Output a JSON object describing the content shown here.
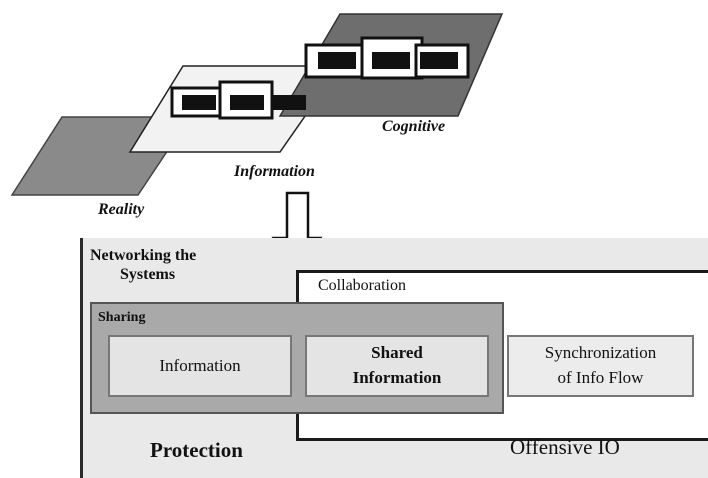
{
  "planes": {
    "reality": "Reality",
    "information": "Information",
    "cognitive": "Cognitive"
  },
  "networking": {
    "title_line1": "Networking the",
    "title_line2": "Systems"
  },
  "collaboration": {
    "label": "Collaboration"
  },
  "sharing": {
    "label": "Sharing"
  },
  "boxes": {
    "information": "Information",
    "shared_line1": "Shared",
    "shared_line2": "Information",
    "sync_line1": "Synchronization",
    "sync_line2": "of Info Flow"
  },
  "bottom": {
    "protection": "Protection",
    "offensive": "Offensive IO"
  },
  "colors": {
    "reality_plane": "#8a8a8a",
    "information_plane": "#f2f2f2",
    "cognitive_plane": "#6e6e6e",
    "sharing_fill": "#a9a9a9",
    "outer_fill": "#e9e9e9"
  }
}
